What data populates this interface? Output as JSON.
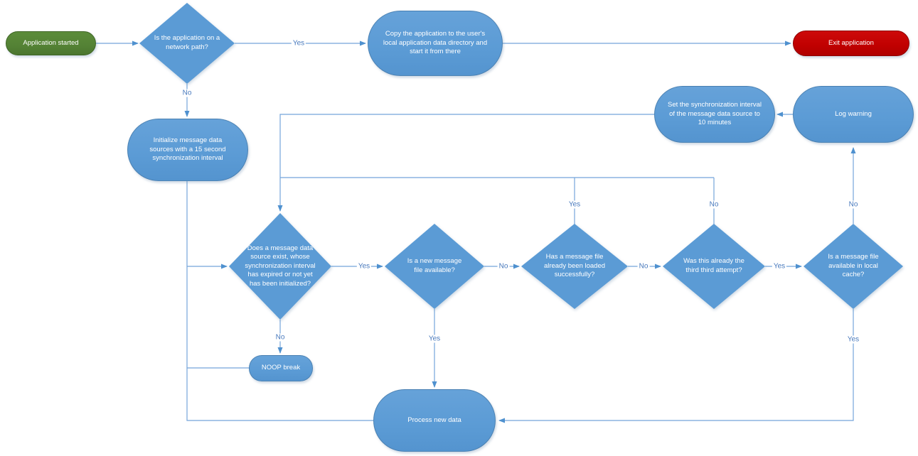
{
  "diagram": {
    "colors": {
      "process_fill": "#5B9BD5",
      "start_fill": "#548235",
      "end_fill": "#C00000",
      "connector": "#74A5DA",
      "edge_label_text": "#4778BC",
      "node_text": "#FFFFFF"
    },
    "nodes": {
      "start": {
        "label": "Application started"
      },
      "network": {
        "label": "Is the application on a network path?"
      },
      "copy_app": {
        "label": "Copy the application to the user's local application data directory and start it from there"
      },
      "exit_app": {
        "label": "Exit application"
      },
      "init_sources": {
        "label": "Initialize message data sources with a 15 second synchronization interval"
      },
      "set_interval": {
        "label": "Set the synchronization interval of the message data source to 10 minutes"
      },
      "log_warning": {
        "label": "Log warning"
      },
      "source_exists": {
        "label": "Does a message data source exist, whose synchronization interval has expired or not yet has been initialized?"
      },
      "new_file": {
        "label": "Is a new message file available?"
      },
      "already_loaded": {
        "label": "Has a message file already been loaded successfully?"
      },
      "third_attempt": {
        "label": "Was this already the third third attempt?"
      },
      "local_cache": {
        "label": "Is a message file available in local cache?"
      },
      "noop": {
        "label": "NOOP break"
      },
      "process_data": {
        "label": "Process new data"
      }
    },
    "edge_labels": {
      "network_yes": "Yes",
      "network_no": "No",
      "source_yes": "Yes",
      "source_no": "No",
      "new_yes": "Yes",
      "new_no": "No",
      "loaded_yes": "Yes",
      "loaded_no": "No",
      "third_yes": "Yes",
      "third_no": "No",
      "cache_yes": "Yes",
      "cache_no": "No"
    }
  }
}
